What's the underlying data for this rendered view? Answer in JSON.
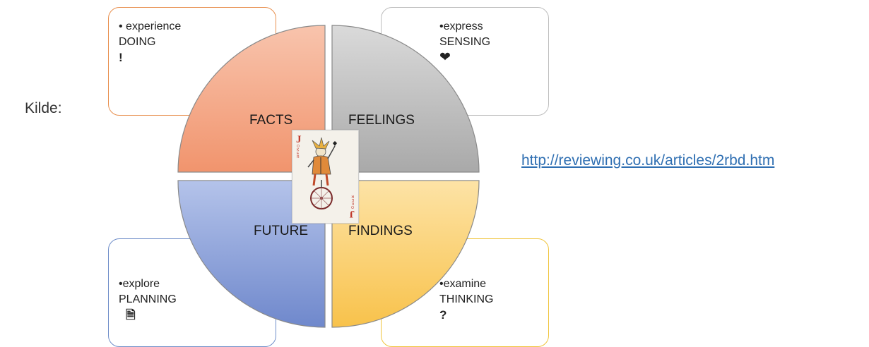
{
  "source_label": "Kilde:",
  "link": "http://reviewing.co.uk/articles/2rbd.htm",
  "quadrants": {
    "facts": "FACTS",
    "feelings": "FEELINGS",
    "future": "FUTURE",
    "findings": "FINDINGS"
  },
  "boxes": {
    "top_left": {
      "line1": "• experience",
      "line2": "DOING",
      "symbol": "!"
    },
    "top_right": {
      "line1": "•express",
      "line2": "SENSING",
      "symbol": "❤"
    },
    "bottom_left": {
      "line1": "•explore",
      "line2": "PLANNING",
      "symbol": "🗎"
    },
    "bottom_right": {
      "line1": "•examine",
      "line2": "THINKING",
      "symbol": "?"
    }
  },
  "colors": {
    "facts": "#f4a182",
    "feelings": "#bdbdbd",
    "future": "#8ea3d8",
    "findings": "#fbcf6a"
  },
  "card": {
    "letters": "JOKER"
  }
}
